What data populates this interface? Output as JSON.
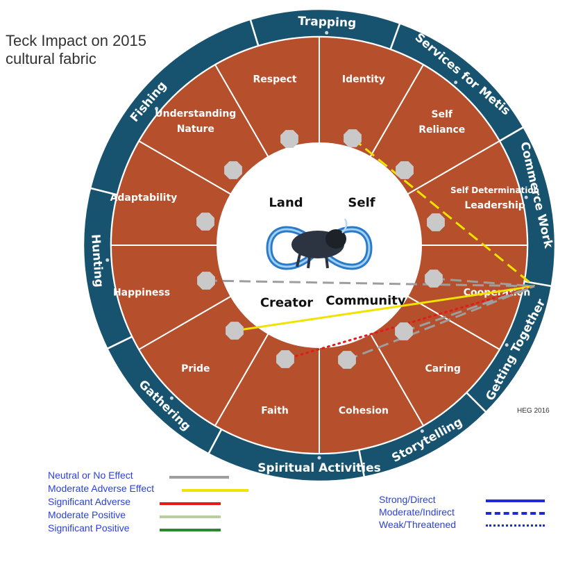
{
  "title": "Teck Impact on 2015 cultural fabric",
  "credit": "HEG 2016",
  "colors": {
    "outer_ring": "#17536f",
    "inner_ring": "#b64f2c",
    "center": "#ffffff",
    "node": "#c9c9c9",
    "neutral": "#9e9e9e",
    "moderate_adverse": "#f0e300",
    "significant_adverse": "#e41a1a",
    "moderate_positive": "#b9cfa0",
    "significant_positive": "#2a8a2a"
  },
  "outer_segments": [
    "Trapping",
    "Services for Metis",
    "Commerce Work",
    "Getting Together",
    "Storytelling",
    "Spiritual Activities",
    "Gathering",
    "Hunting",
    "Fishing"
  ],
  "inner_values": [
    {
      "label": "Respect"
    },
    {
      "label": "Identity"
    },
    {
      "label": "Self Reliance",
      "lines": [
        "Self",
        "Reliance"
      ]
    },
    {
      "label": "Self Determination Leadership",
      "lines": [
        "Self Determination",
        "Leadership"
      ]
    },
    {
      "label": "Cooperation"
    },
    {
      "label": "Caring"
    },
    {
      "label": "Cohesion"
    },
    {
      "label": "Faith"
    },
    {
      "label": "Pride"
    },
    {
      "label": "Happiness"
    },
    {
      "label": "Adaptability"
    },
    {
      "label": "Understanding Nature",
      "lines": [
        "Understanding",
        "Nature"
      ]
    }
  ],
  "center_labels": [
    "Land",
    "Self",
    "Creator",
    "Community"
  ],
  "impact_links": [
    {
      "from": "Identity",
      "to": "Getting Together",
      "effect": "moderate_adverse",
      "strength": "moderate"
    },
    {
      "from": "Happiness",
      "to": "Getting Together",
      "effect": "neutral",
      "strength": "moderate"
    },
    {
      "from": "Cooperation",
      "to": "Getting Together",
      "effect": "neutral",
      "strength": "moderate"
    },
    {
      "from": "Pride",
      "to": "Getting Together",
      "effect": "moderate_adverse",
      "strength": "strong"
    },
    {
      "from": "Faith",
      "to": "Getting Together",
      "effect": "significant_adverse",
      "strength": "weak"
    },
    {
      "from": "Cohesion",
      "to": "Getting Together",
      "effect": "neutral",
      "strength": "moderate"
    },
    {
      "from": "Caring",
      "to": "Getting Together",
      "effect": "neutral",
      "strength": "moderate"
    }
  ],
  "legend": {
    "effects": [
      {
        "label": "Neutral or No Effect",
        "color": "#9e9e9e"
      },
      {
        "label": "Moderate Adverse Effect",
        "color": "#f0e300"
      },
      {
        "label": "Significant Adverse",
        "color": "#e41a1a"
      },
      {
        "label": "Moderate Positive",
        "color": "#b9cfa0"
      },
      {
        "label": "Significant Positive",
        "color": "#2a8a2a"
      }
    ],
    "strengths": [
      {
        "label": "Strong/Direct",
        "style": "solid"
      },
      {
        "label": "Moderate/Indirect",
        "style": "dashed"
      },
      {
        "label": "Weak/Threatened",
        "style": "dotted"
      }
    ]
  }
}
